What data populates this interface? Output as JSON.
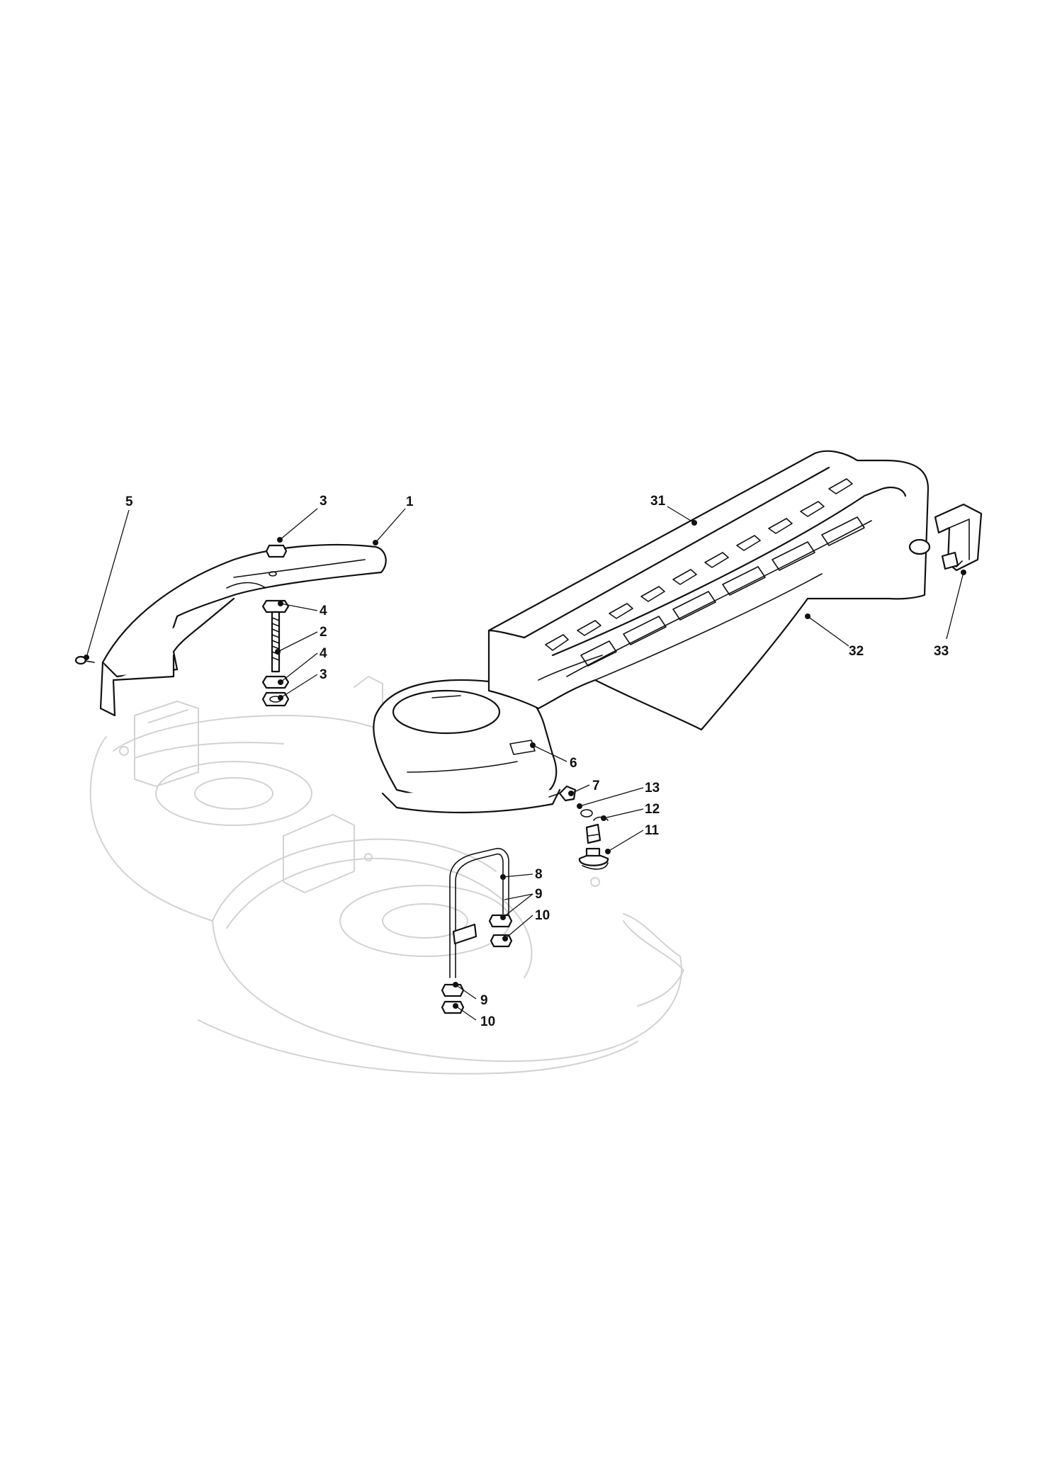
{
  "callouts": [
    {
      "id": "c1",
      "text": "1"
    },
    {
      "id": "c2",
      "text": "2"
    },
    {
      "id": "c3a",
      "text": "3"
    },
    {
      "id": "c3b",
      "text": "3"
    },
    {
      "id": "c4a",
      "text": "4"
    },
    {
      "id": "c4b",
      "text": "4"
    },
    {
      "id": "c5",
      "text": "5"
    },
    {
      "id": "c6",
      "text": "6"
    },
    {
      "id": "c7",
      "text": "7"
    },
    {
      "id": "c8",
      "text": "8"
    },
    {
      "id": "c9a",
      "text": "9"
    },
    {
      "id": "c9b",
      "text": "9"
    },
    {
      "id": "c10a",
      "text": "10"
    },
    {
      "id": "c10b",
      "text": "10"
    },
    {
      "id": "c11",
      "text": "11"
    },
    {
      "id": "c12",
      "text": "12"
    },
    {
      "id": "c13",
      "text": "13"
    },
    {
      "id": "c31",
      "text": "31"
    },
    {
      "id": "c32",
      "text": "32"
    },
    {
      "id": "c33",
      "text": "33"
    }
  ],
  "colors": {
    "line": "#111111",
    "deck_ghost": "#d2d2d2",
    "background": "#ffffff"
  }
}
